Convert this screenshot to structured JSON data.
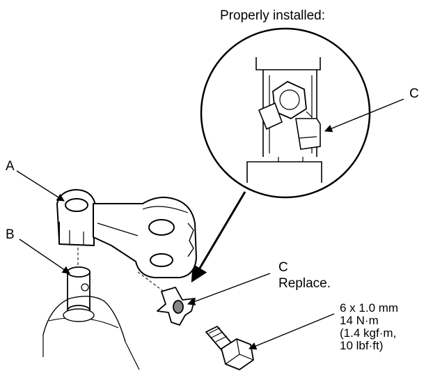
{
  "detail_title": "Properly installed:",
  "callouts": {
    "a": "A",
    "b": "B",
    "c_detail": "C",
    "c_part": "C",
    "c_note": "Replace."
  },
  "bolt_spec": {
    "size": "6 x 1.0 mm",
    "torque_nm": "14 N·m",
    "torque_kgf": "(1.4 kgf·m,",
    "torque_lbf": "10 lbf·ft)"
  }
}
